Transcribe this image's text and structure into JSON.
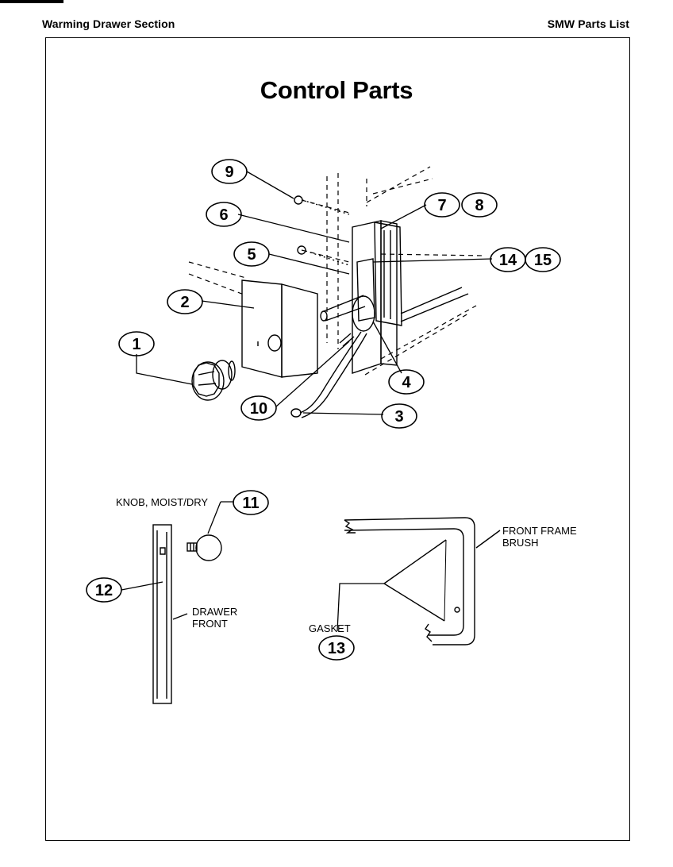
{
  "header": {
    "section": "Warming Drawer Section",
    "list": "SMW Parts List"
  },
  "title": "Control Parts",
  "callouts": {
    "c1": "1",
    "c2": "2",
    "c3": "3",
    "c4": "4",
    "c5": "5",
    "c6": "6",
    "c7": "7",
    "c8": "8",
    "c9": "9",
    "c10": "10",
    "c11": "11",
    "c12": "12",
    "c13": "13",
    "c14": "14",
    "c15": "15"
  },
  "labels": {
    "knob": "KNOB, MOIST/DRY",
    "drawer_front_1": "DRAWER",
    "drawer_front_2": "FRONT",
    "front_frame_1": "FRONT FRAME",
    "front_frame_2": "BRUSH",
    "gasket": "GASKET"
  }
}
